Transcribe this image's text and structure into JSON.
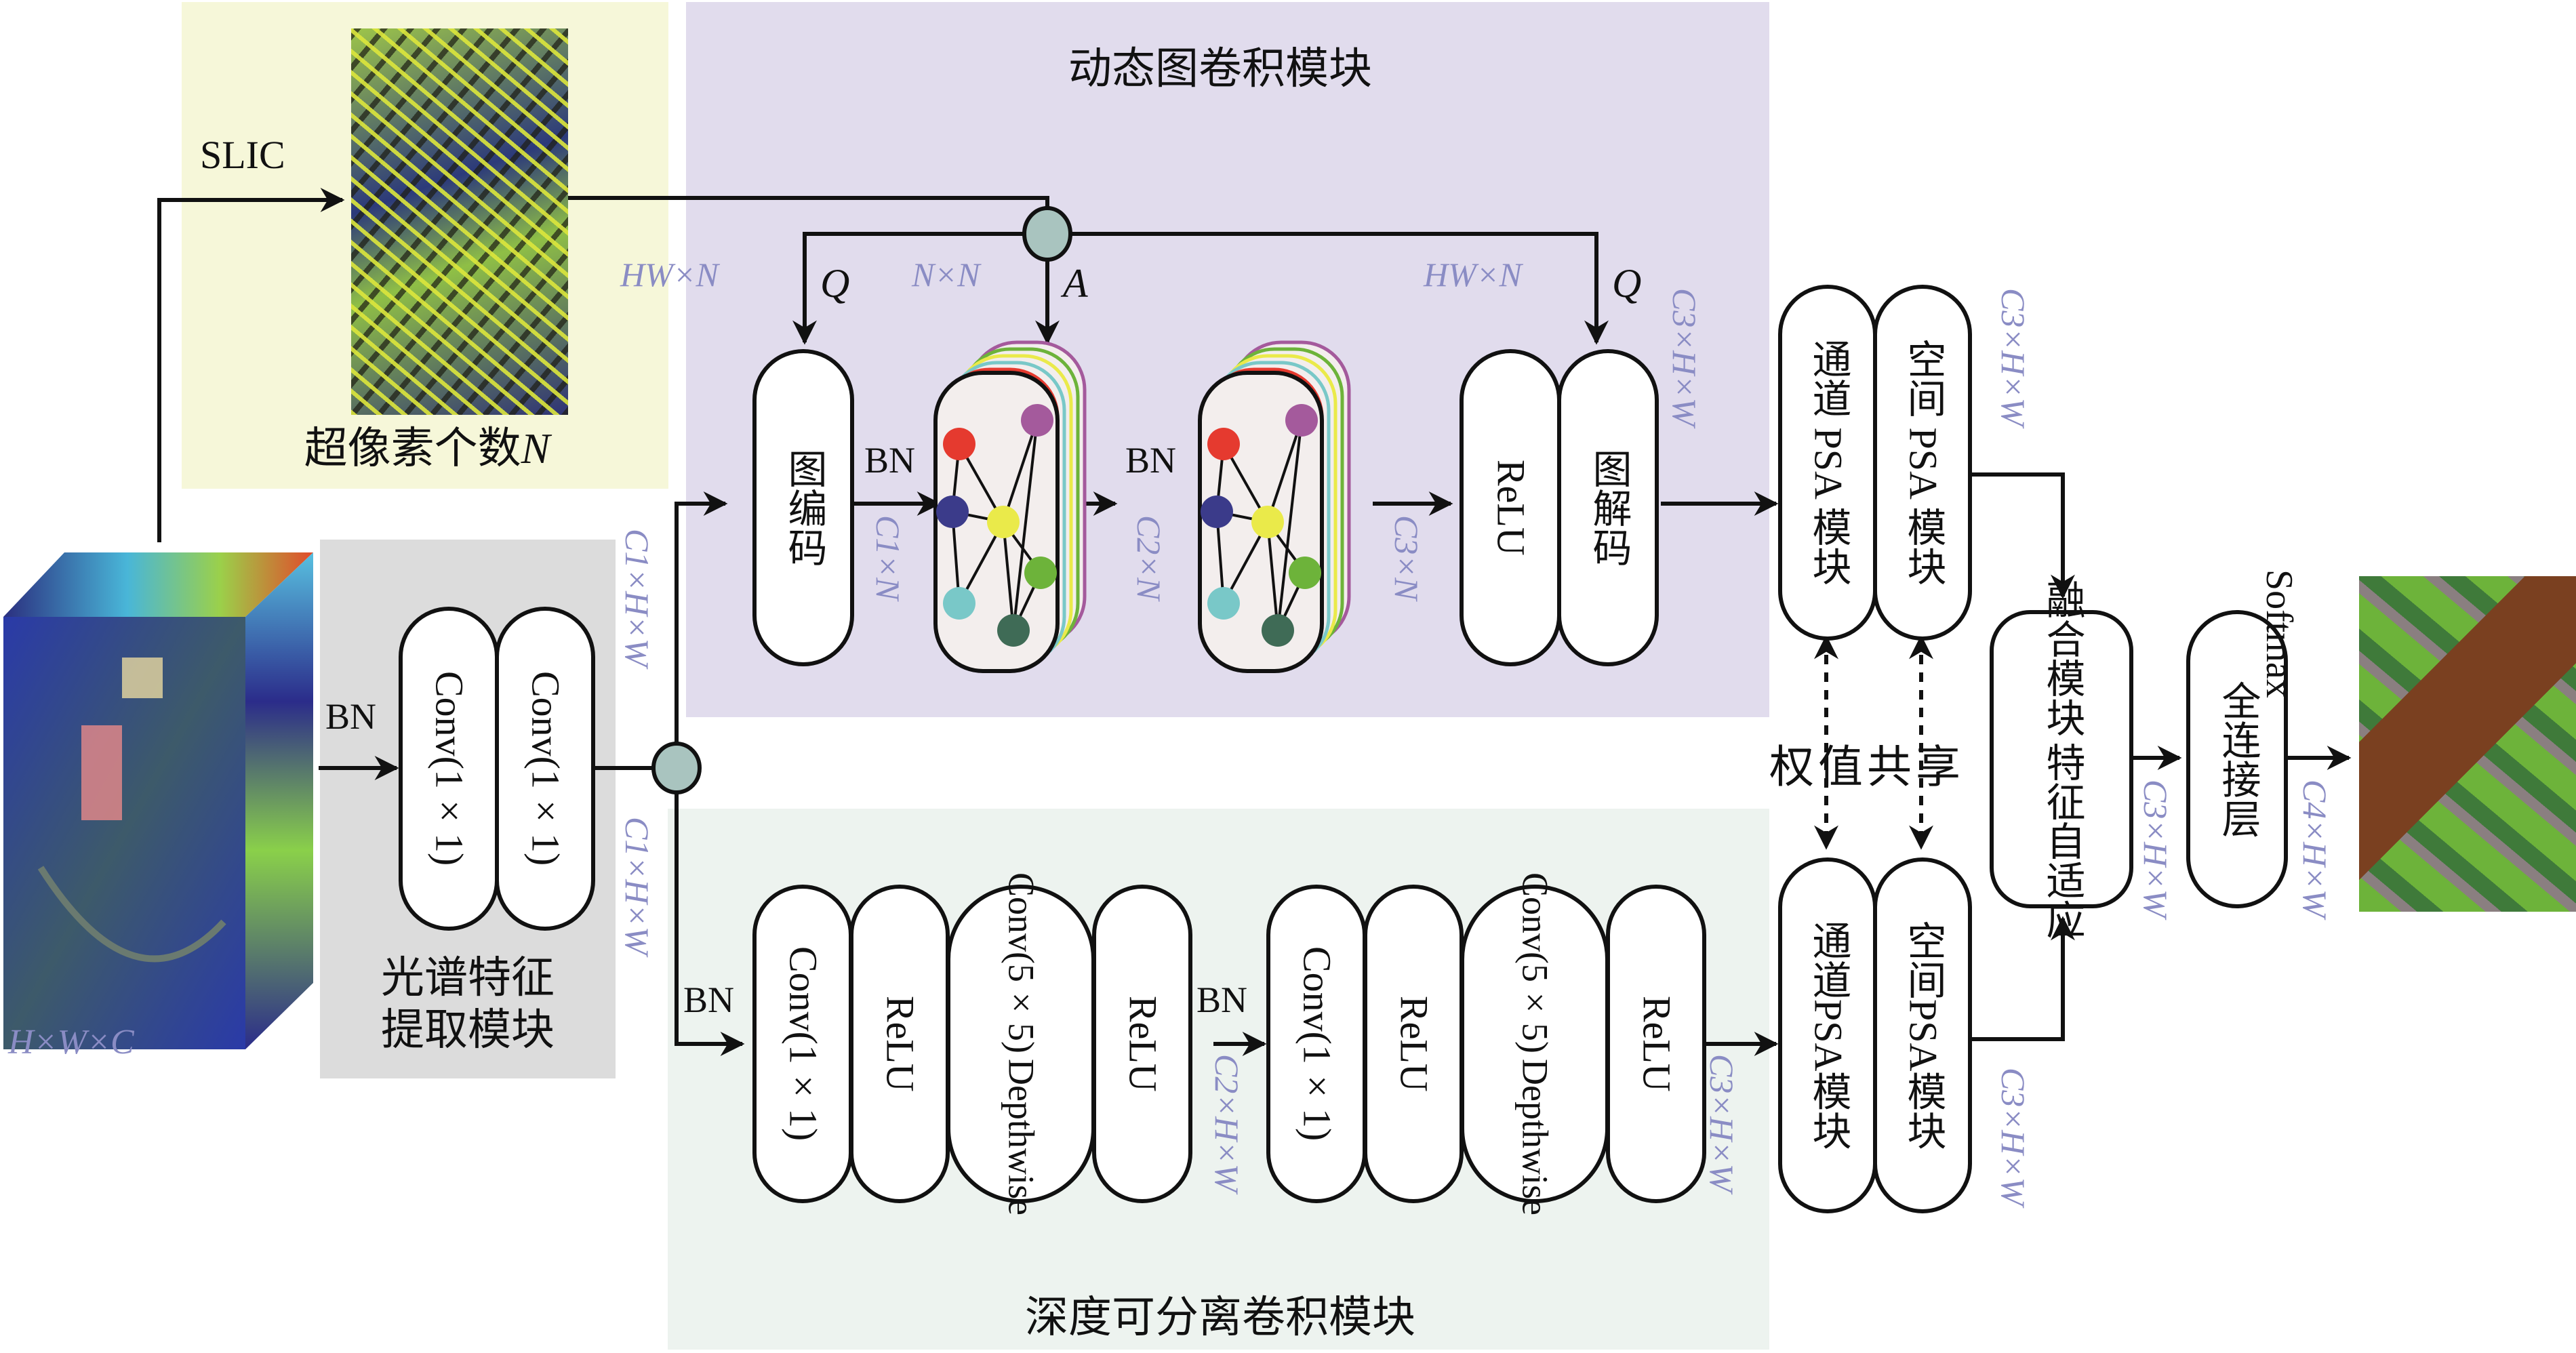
{
  "modules": {
    "superpixel": {
      "caption": "超像素个数",
      "caption_var": "N",
      "op_label": "SLIC"
    },
    "dynamic_graph": {
      "title": "动态图卷积模块"
    },
    "spectral": {
      "caption_line1": "光谱特征",
      "caption_line2": "提取模块"
    },
    "depthwise": {
      "title": "深度可分离卷积模块"
    }
  },
  "input": {
    "dim": "H×W×C"
  },
  "spectral_blocks": [
    "Conv(1×1)",
    "Conv(1×1)"
  ],
  "graph_blocks": {
    "encoder": "图编码",
    "relu": "ReLU",
    "decoder": "图解码"
  },
  "graph_edge_labels": {
    "q_left": "Q",
    "a": "A",
    "q_right": "Q"
  },
  "depth_blocks_1": [
    "Conv(1×1)",
    "ReLU",
    "Depthwise|Conv(5×5)",
    "ReLU"
  ],
  "depth_blocks_2": [
    "Conv(1×1)",
    "ReLU",
    "Depthwise|Conv(5×5)",
    "ReLU"
  ],
  "psa": {
    "top_channel": "通道 PSA 模块",
    "top_spatial": "空间 PSA 模块",
    "bottom_channel": "通道PSA模块",
    "bottom_spatial": "空间PSA模块",
    "shared": "权值共享"
  },
  "fusion": {
    "line1": "特征自适应",
    "line2": "融合模块"
  },
  "fc": {
    "label": "全连接层",
    "op": "Softmax"
  },
  "bn": "BN",
  "dims": {
    "hw_n_left": "HW×N",
    "n_n": "N×N",
    "hw_n_right": "HW×N",
    "c3hw_top": "C3×H×W",
    "c1hw_upper": "C1×H×W",
    "c1hw_lower": "C1×H×W",
    "c1n": "C1×N",
    "c2n": "C2×N",
    "c3n": "C3×N",
    "c2hw": "C2×H×W",
    "c3hw_depth": "C3×H×W",
    "c3hw_psa_top": "C3×H×W",
    "c3hw_psa_bottom": "C3×H×W",
    "c3hw_fusion": "C3×H×W",
    "c4hw": "C4×H×W"
  },
  "colors": {
    "superpixel_panel": "#f6f7d9",
    "graph_panel": "#e1dced",
    "spectral_panel": "#dcdcdc",
    "depth_panel": "#edf3ef",
    "junction": "#a9c4bf",
    "dim_text": "#8a8cc4",
    "node_red": "#e53a2f",
    "node_purple": "#a45a9c",
    "node_navy": "#3b3b8a",
    "node_yellow": "#eaea4a",
    "node_green": "#6db33a",
    "node_cyan": "#79c8c8",
    "node_darkgreen": "#3f6b56"
  }
}
